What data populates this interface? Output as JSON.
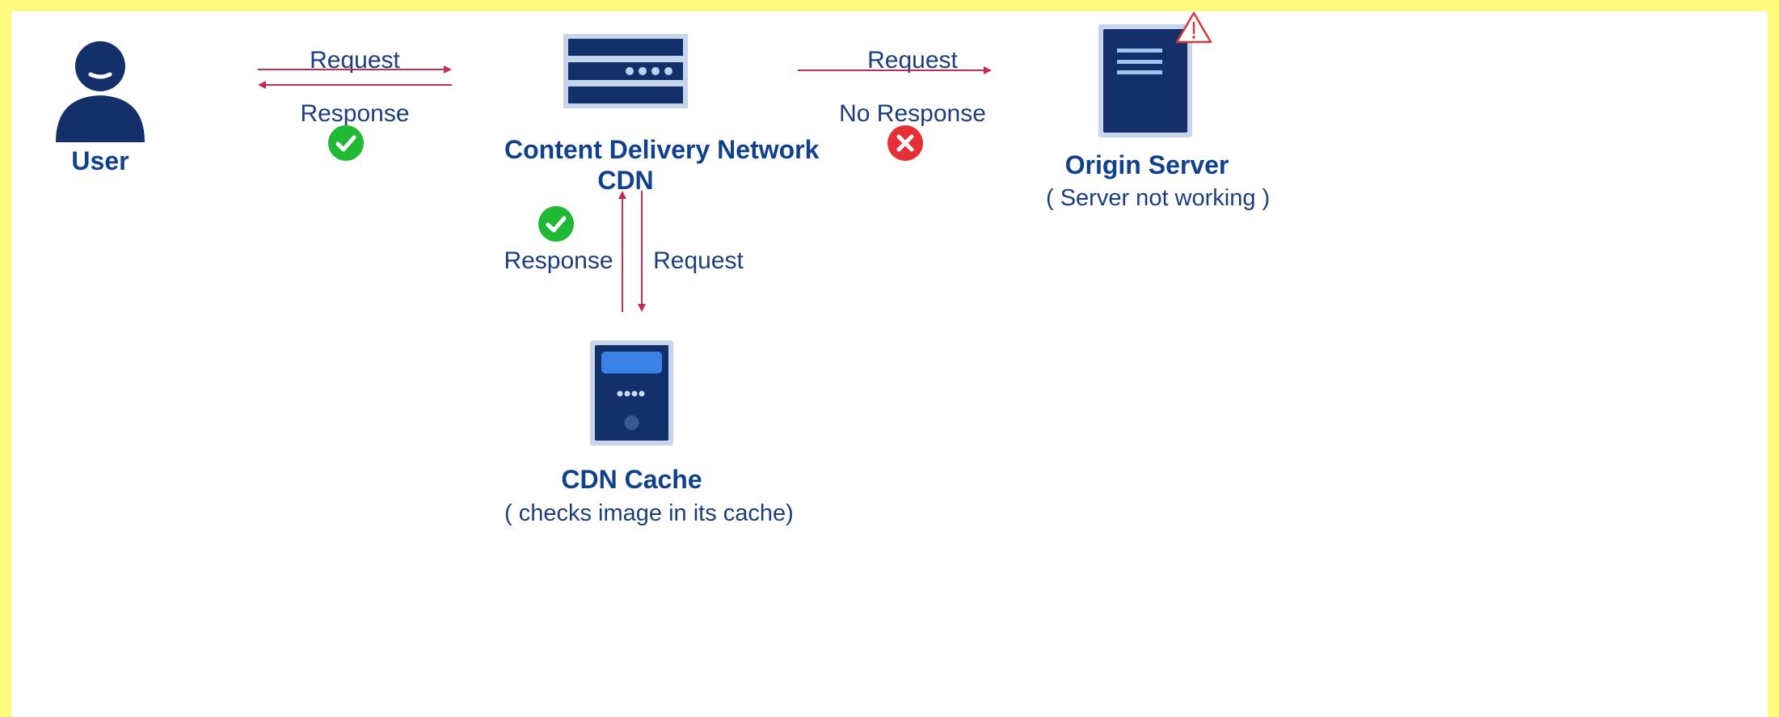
{
  "nodes": {
    "user": {
      "title": "User",
      "icon": "user-icon"
    },
    "cdn": {
      "title_line1": "Content Delivery Network",
      "title_line2": "CDN",
      "icon": "network-server-icon"
    },
    "origin": {
      "title": "Origin Server",
      "subtitle": "( Server not working )",
      "icon": "server-tower-icon",
      "warning_icon": "warning-icon"
    },
    "cache": {
      "title": "CDN Cache",
      "subtitle": "( checks image in its cache)",
      "icon": "cache-server-icon"
    }
  },
  "edges": {
    "user_cdn": {
      "request_label": "Request",
      "response_label": "Response",
      "status": "success",
      "status_icon": "check-circle-icon"
    },
    "cdn_origin": {
      "request_label": "Request",
      "response_label": "No Response",
      "status": "failure",
      "status_icon": "x-circle-icon"
    },
    "cdn_cache": {
      "request_label": "Request",
      "response_label": "Response",
      "status": "success",
      "status_icon": "check-circle-icon"
    }
  },
  "colors": {
    "frame": "#fdfa7d",
    "background": "#ffffff",
    "icon_navy": "#13306b",
    "icon_outline": "#c8d4ea",
    "accent_blue": "#3b82e6",
    "arrow": "#c42c58",
    "success": "#1fb936",
    "error": "#e53038",
    "text": "#1c3f7c"
  }
}
